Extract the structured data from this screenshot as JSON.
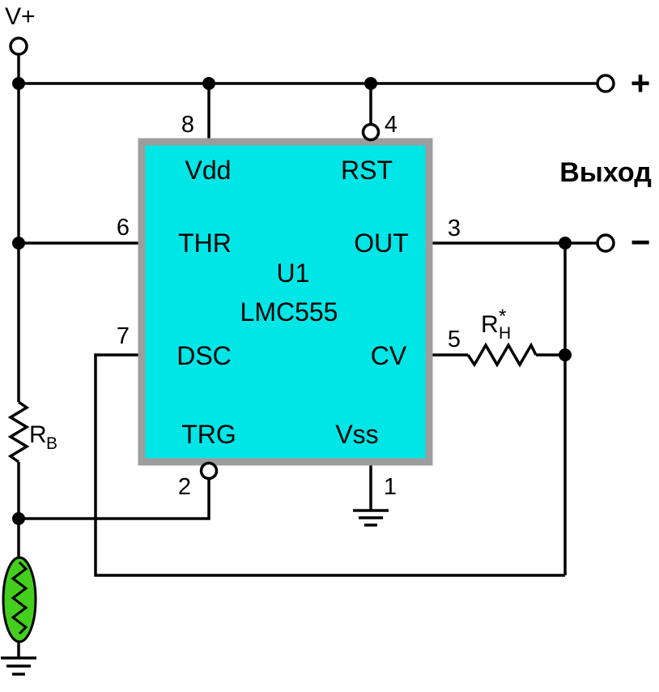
{
  "labels": {
    "supply": "V+",
    "output_title": "Выход",
    "terminal_plus": "+",
    "terminal_minus": "−"
  },
  "ic": {
    "refdes": "U1",
    "part": "LMC555",
    "pins": {
      "vdd": {
        "name": "Vdd",
        "number": "8"
      },
      "rst": {
        "name": "RST",
        "number": "4"
      },
      "thr": {
        "name": "THR",
        "number": "6"
      },
      "out": {
        "name": "OUT",
        "number": "3"
      },
      "dsc": {
        "name": "DSC",
        "number": "7"
      },
      "cv": {
        "name": "CV",
        "number": "5"
      },
      "trg": {
        "name": "TRG",
        "number": "2"
      },
      "vss": {
        "name": "Vss",
        "number": "1"
      }
    }
  },
  "components": {
    "rb": {
      "prefix": "R",
      "subscript": "B"
    },
    "rh": {
      "prefix": "R",
      "subscript": "H",
      "superscript": "*"
    }
  },
  "colors": {
    "wire": "#000000",
    "ic_fill": "#00E5E6",
    "ic_border": "#9D9D9D",
    "ldr_fill": "#44CE1E"
  }
}
